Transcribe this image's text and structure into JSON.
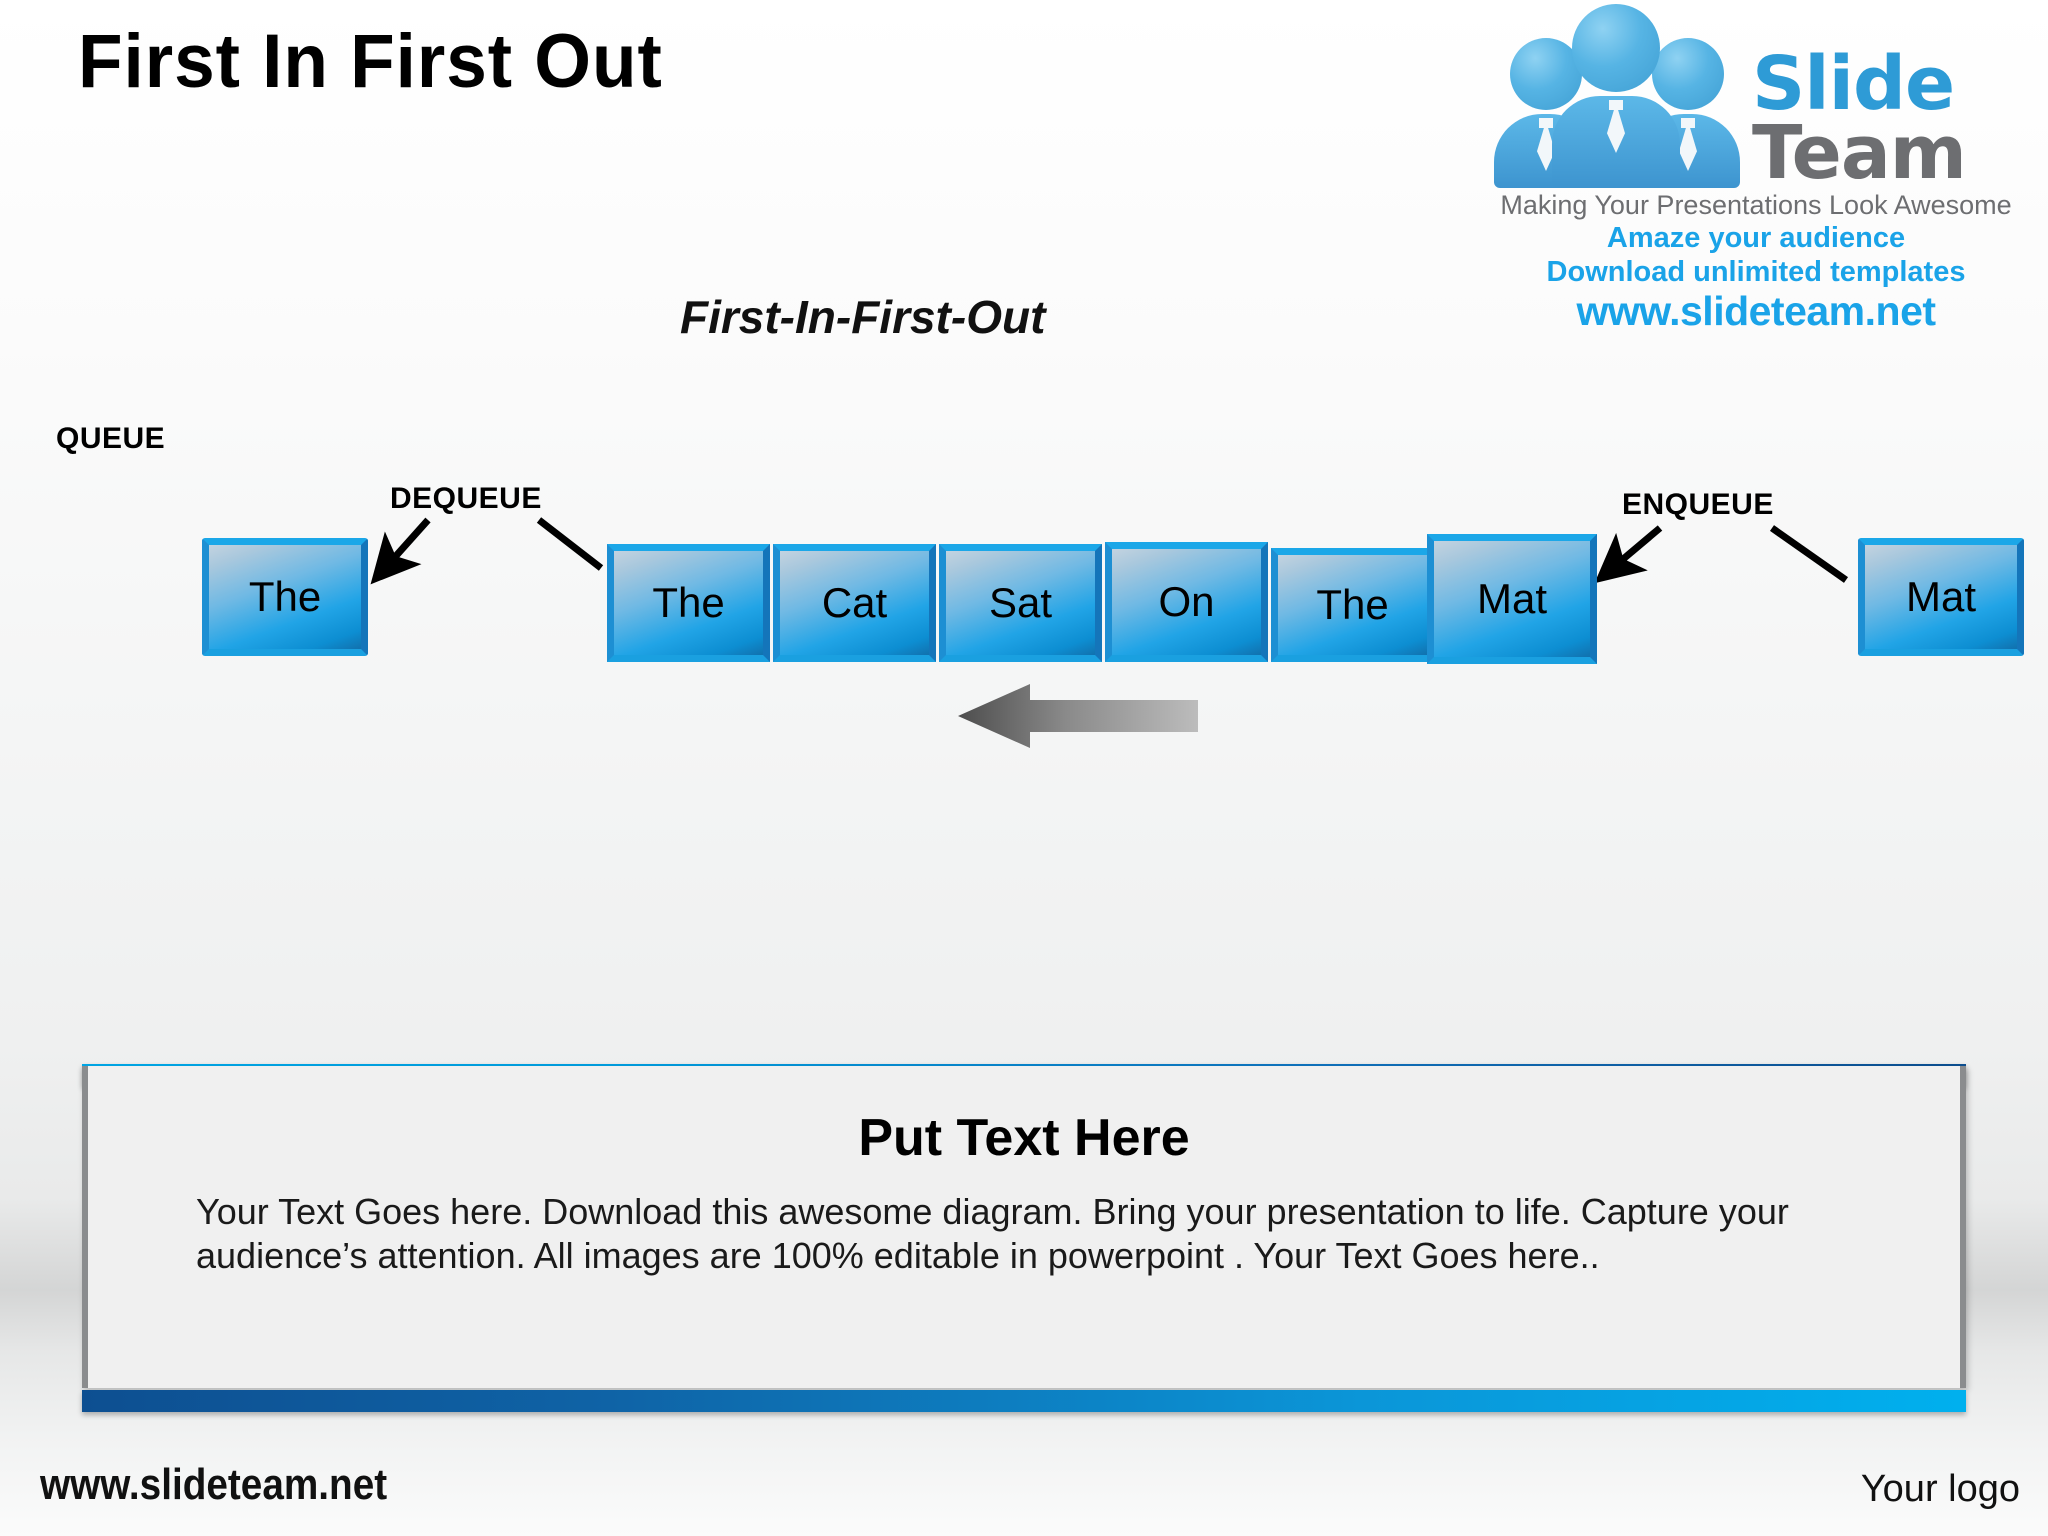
{
  "slide": {
    "title": "First In First Out",
    "subtitle": "First-In-First-Out"
  },
  "logo": {
    "brand_first": "Slide",
    "brand_second": "Team",
    "tagline": "Making Your Presentations Look Awesome",
    "promo_line_1": "Amaze your audience",
    "promo_line_2": "Download unlimited templates",
    "url": "www.slideteam.net",
    "brand_color": "#2e9bd6",
    "brand_second_color": "#6d6e71",
    "promo_color": "#1aa3e8"
  },
  "diagram": {
    "queue_label": "QUEUE",
    "dequeue_label": "DEQUEUE",
    "enqueue_label": "ENQUEUE",
    "dequeued_item": "The",
    "enqueue_item": "Mat",
    "queue_items": [
      "The",
      "Cat",
      "Sat",
      "On",
      "The",
      "Mat"
    ],
    "box_border_color": "#1ba7e8",
    "box_fill_light": "#c3d3e0",
    "box_fill_dark": "#0d8ed2",
    "flow_arrow_color_dark": "#555555",
    "flow_arrow_color_light": "#b4b4b4"
  },
  "panel": {
    "heading": "Put Text Here",
    "body": "Your Text Goes here. Download this awesome diagram. Bring your presentation to life. Capture your audience’s attention. All images are 100% editable in powerpoint . Your Text Goes here..",
    "bar_color_start": "#00a8e8",
    "bar_color_end": "#0d4f91"
  },
  "footer": {
    "site": "www.slideteam.net",
    "logo_placeholder": "Your logo"
  }
}
